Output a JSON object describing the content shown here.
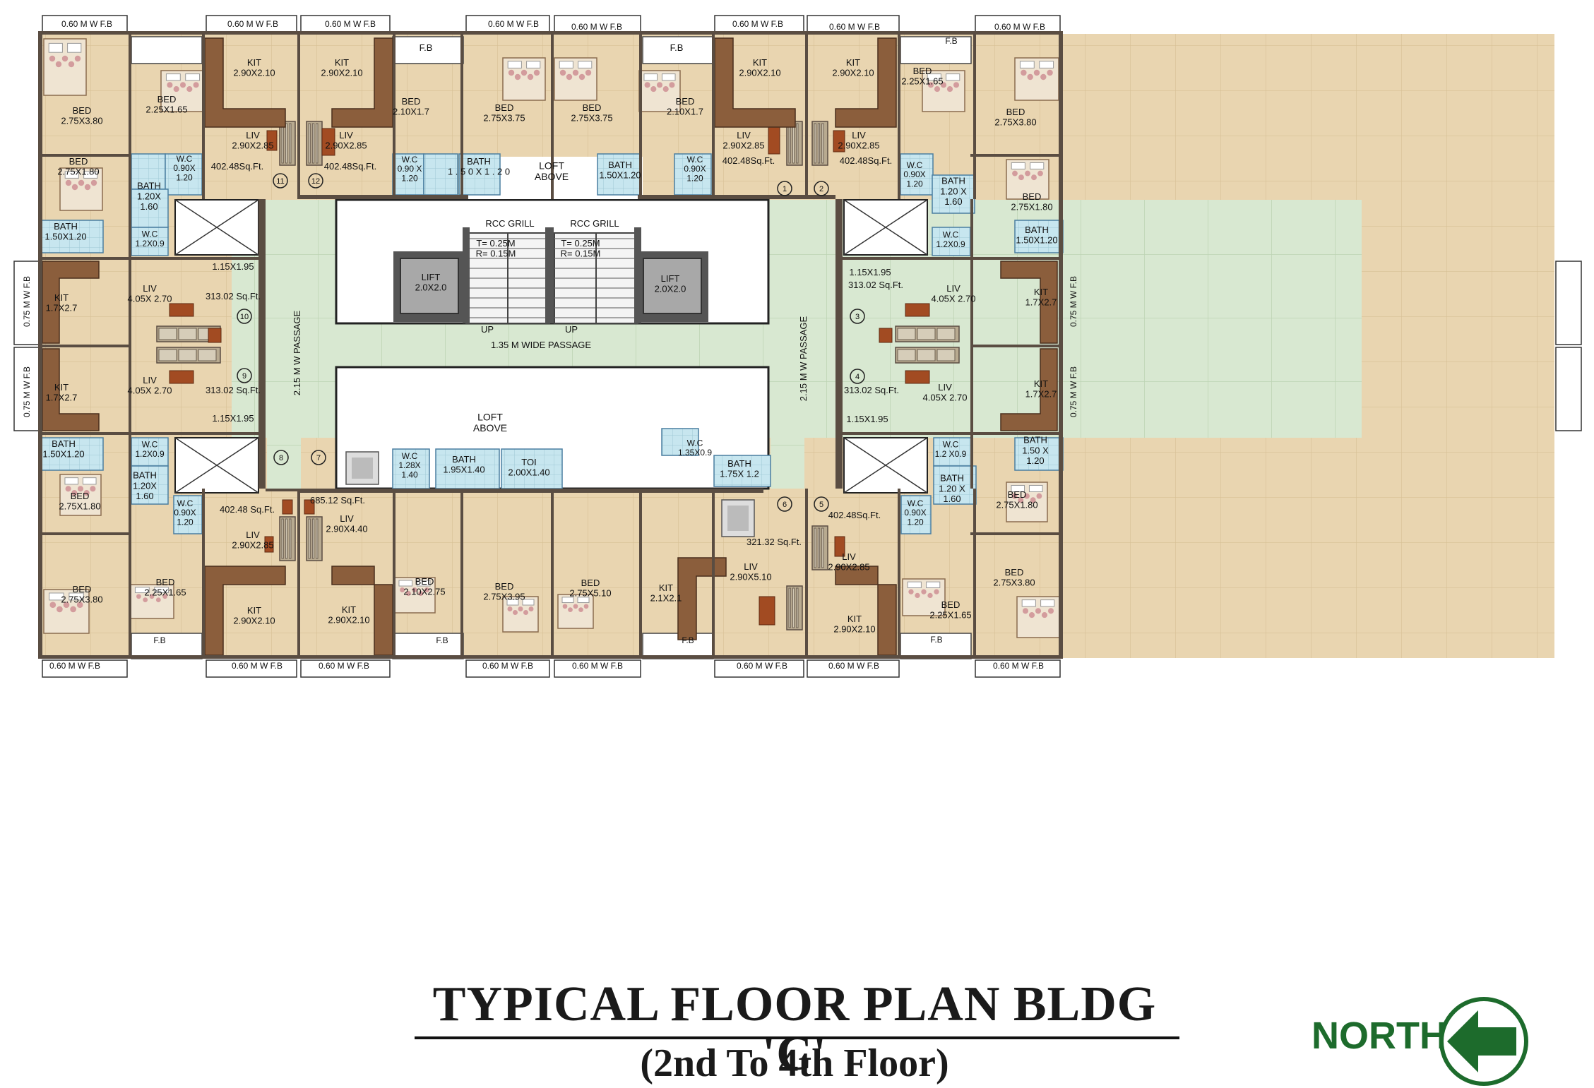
{
  "title": "TYPICAL FLOOR PLAN BLDG 'C'",
  "subtitle": "(2nd To 4th Floor)",
  "north_label": "NORTH",
  "icons": {
    "north": "north-arrow-icon"
  },
  "colors": {
    "room": "#e9d5b0",
    "bath": "#bfe0ea",
    "passage": "#d6e6cf",
    "wall": "#5a4d42",
    "north": "#1d6b2c"
  },
  "plan": {
    "rooms": [
      {
        "id": "u11-bed",
        "label": "BED\n2.75X3.80",
        "type": "room"
      },
      {
        "id": "u11-bed2",
        "label": "BED\n2.25X1.65",
        "type": "room"
      },
      {
        "id": "u11-kit",
        "label": "KIT\n2.90X2.10",
        "type": "room"
      },
      {
        "id": "u11-liv",
        "label": "LIV\n2.90X2.85",
        "type": "room"
      },
      {
        "id": "u11-area",
        "label": "402.48Sq.Ft.",
        "type": "text"
      },
      {
        "id": "u11-wc",
        "label": "W.C\n0.90X\n1.20",
        "type": "bath"
      },
      {
        "id": "u11-fb",
        "label": "",
        "type": "fb"
      },
      {
        "id": "u12-kit",
        "label": "KIT\n2.90X2.10",
        "type": "room"
      },
      {
        "id": "u12-liv",
        "label": "LIV\n2.90X2.85",
        "type": "room"
      },
      {
        "id": "u12-area",
        "label": "402.48Sq.Ft.",
        "type": "text"
      },
      {
        "id": "u12-bed",
        "label": "BED\n2.10X1.7",
        "type": "room"
      },
      {
        "id": "u12-fb",
        "label": "F.B",
        "type": "fb"
      },
      {
        "id": "u12-wc",
        "label": "W.C\n0.90 X\n1.20",
        "type": "bath"
      },
      {
        "id": "u12-bath",
        "label": "BATH\n1 . 5 0 X 1 . 2 0",
        "type": "bath"
      },
      {
        "id": "u12-bed2",
        "label": "BED\n2.75X3.75",
        "type": "room"
      },
      {
        "id": "u1-bed",
        "label": "BED\n2.75X3.75",
        "type": "room"
      },
      {
        "id": "u1-bath",
        "label": "BATH\n1.50X1.20",
        "type": "bath"
      },
      {
        "id": "u1-fb",
        "label": "F.B",
        "type": "fb"
      },
      {
        "id": "u1-bed2",
        "label": "BED\n2.10X1.7",
        "type": "room"
      },
      {
        "id": "u1-wc",
        "label": "W.C\n0.90X\n1.20",
        "type": "bath"
      },
      {
        "id": "u1-kit",
        "label": "KIT\n2.90X2.10",
        "type": "room"
      },
      {
        "id": "u1-liv",
        "label": "LIV\n2.90X2.85",
        "type": "room"
      },
      {
        "id": "u1-area",
        "label": "402.48Sq.Ft.",
        "type": "text"
      },
      {
        "id": "u2-kit",
        "label": "KIT\n2.90X2.10",
        "type": "room"
      },
      {
        "id": "u2-liv",
        "label": "LIV\n2.90X2.85",
        "type": "room"
      },
      {
        "id": "u2-area",
        "label": "402.48Sq.Ft.",
        "type": "text"
      },
      {
        "id": "u2-bed",
        "label": "BED\n2.25X1.65",
        "type": "room"
      },
      {
        "id": "u2-fb",
        "label": "F.B",
        "type": "fb"
      },
      {
        "id": "u2-wc",
        "label": "W.C\n0.90X\n1.20",
        "type": "bath"
      },
      {
        "id": "u2-bath",
        "label": "BATH\n1.20 X\n1.60",
        "type": "bath"
      },
      {
        "id": "u2-wc2",
        "label": "W.C\n1.2X0.9",
        "type": "bath"
      },
      {
        "id": "u2-bed2",
        "label": "BED\n2.75X3.80",
        "type": "room"
      },
      {
        "id": "u3-bed",
        "label": "BED\n2.75X1.80",
        "type": "room"
      },
      {
        "id": "u3-bath",
        "label": "BATH\n1.50X1.20",
        "type": "bath"
      },
      {
        "id": "u3-kit",
        "label": "KIT\n1.7X2.7",
        "type": "room"
      },
      {
        "id": "u3-liv",
        "label": "LIV\n4.05X 2.70",
        "type": "room"
      },
      {
        "id": "u3-area",
        "label": "313.02 Sq.Ft.",
        "type": "text"
      },
      {
        "id": "u3-dim",
        "label": "1.15X1.95",
        "type": "text"
      },
      {
        "id": "u4-kit",
        "label": "KIT\n1.7X2.7",
        "type": "room"
      },
      {
        "id": "u4-liv",
        "label": "LIV\n4.05X 2.70",
        "type": "room"
      },
      {
        "id": "u4-area",
        "label": "313.02 Sq.Ft.",
        "type": "text"
      },
      {
        "id": "u4-dim",
        "label": "1.15X1.95",
        "type": "text"
      },
      {
        "id": "u4-bath",
        "label": "BATH\n1.50 X\n1.20",
        "type": "bath"
      },
      {
        "id": "u4-wc",
        "label": "W.C\n1.2 X0.9",
        "type": "bath"
      },
      {
        "id": "u4-bed",
        "label": "BED\n2.75X1.80",
        "type": "room"
      },
      {
        "id": "u5-bath",
        "label": "BATH\n1.20 X\n1.60",
        "type": "bath"
      },
      {
        "id": "u5-wc",
        "label": "W.C\n0.90X\n1.20",
        "type": "bath"
      },
      {
        "id": "u5-area",
        "label": "402.48Sq.Ft.",
        "type": "text"
      },
      {
        "id": "u5-liv",
        "label": "LIV\n2.90X2.85",
        "type": "room"
      },
      {
        "id": "u5-kit",
        "label": "KIT\n2.90X2.10",
        "type": "room"
      },
      {
        "id": "u5-bed",
        "label": "BED\n2.25X1.65",
        "type": "room"
      },
      {
        "id": "u5-fb",
        "label": "F.B",
        "type": "fb"
      },
      {
        "id": "u5-bed2",
        "label": "BED\n2.75X3.80",
        "type": "room"
      },
      {
        "id": "u6-wc",
        "label": "W.C\n1.35X0.9",
        "type": "bath"
      },
      {
        "id": "u6-bath",
        "label": "BATH\n1.75X 1.2",
        "type": "bath"
      },
      {
        "id": "u6-area",
        "label": "321.32 Sq.Ft.",
        "type": "text"
      },
      {
        "id": "u6-liv",
        "label": "LIV\n2.90X5.10",
        "type": "room"
      },
      {
        "id": "u6-kit",
        "label": "KIT\n2.1X2.1",
        "type": "room"
      },
      {
        "id": "u6-fb",
        "label": "F.B",
        "type": "fb"
      },
      {
        "id": "u7-wc",
        "label": "W.C\n1.28X\n1.40",
        "type": "bath"
      },
      {
        "id": "u7-bath",
        "label": "BATH\n1.95X1.40",
        "type": "bath"
      },
      {
        "id": "u7-toi",
        "label": "TOI\n2.00X1.40",
        "type": "bath"
      },
      {
        "id": "u7-area",
        "label": "685.12 Sq.Ft.",
        "type": "text"
      },
      {
        "id": "u7-liv",
        "label": "LIV\n2.90X4.40",
        "type": "room"
      },
      {
        "id": "u7-kit",
        "label": "KIT\n2.90X2.10",
        "type": "room"
      },
      {
        "id": "u7-bed",
        "label": "BED\n2.10X2.75",
        "type": "room"
      },
      {
        "id": "u7-fb",
        "label": "F.B",
        "type": "fb"
      },
      {
        "id": "u7-bed2",
        "label": "BED\n2.75X3.95",
        "type": "room"
      },
      {
        "id": "u7-bed3",
        "label": "BED\n2.75X5.10",
        "type": "room"
      },
      {
        "id": "u8-area",
        "label": "402.48 Sq.Ft.",
        "type": "text"
      },
      {
        "id": "u8-liv",
        "label": "LIV\n2.90X2.85",
        "type": "room"
      },
      {
        "id": "u8-kit",
        "label": "KIT\n2.90X2.10",
        "type": "room"
      },
      {
        "id": "u8-bed",
        "label": "BED\n2.25X1.65",
        "type": "room"
      },
      {
        "id": "u8-fb",
        "label": "F.B",
        "type": "fb"
      },
      {
        "id": "u8-bed2",
        "label": "BED\n2.75X3.80",
        "type": "room"
      },
      {
        "id": "u8-wc",
        "label": "W.C\n0.90X\n1.20",
        "type": "bath"
      },
      {
        "id": "u8-bath",
        "label": "BATH\n1.20X\n1.60",
        "type": "bath"
      },
      {
        "id": "u8-wc2",
        "label": "W.C\n1.2X0.9",
        "type": "bath"
      },
      {
        "id": "u8-bath2",
        "label": "BATH\n1.50X1.20",
        "type": "bath"
      },
      {
        "id": "u8-bed3",
        "label": "BED\n2.75X1.80",
        "type": "room"
      },
      {
        "id": "u9-kit",
        "label": "KIT\n1.7X2.7",
        "type": "room"
      },
      {
        "id": "u9-liv",
        "label": "LIV\n4.05X 2.70",
        "type": "room"
      },
      {
        "id": "u9-area",
        "label": "313.02 Sq.Ft.",
        "type": "text"
      },
      {
        "id": "u9-dim",
        "label": "1.15X1.95",
        "type": "text"
      },
      {
        "id": "u10-kit",
        "label": "KIT\n1.7X2.7",
        "type": "room"
      },
      {
        "id": "u10-liv",
        "label": "LIV\n4.05X 2.70",
        "type": "room"
      },
      {
        "id": "u10-area",
        "label": "313.02 Sq.Ft.",
        "type": "text"
      },
      {
        "id": "u10-dim",
        "label": "1.15X1.95",
        "type": "text"
      },
      {
        "id": "u10-bath",
        "label": "BATH\n1.50X1.20",
        "type": "bath"
      },
      {
        "id": "u10-wc",
        "label": "W.C\n1.2X0.9",
        "type": "bath"
      },
      {
        "id": "u10-bath2",
        "label": "BATH\n1.20X\n1.60",
        "type": "bath"
      },
      {
        "id": "u10-bed",
        "label": "BED\n2.75X1.80",
        "type": "room"
      }
    ],
    "core": {
      "loft_top": "LOFT\nABOVE",
      "loft_bottom": "LOFT\nABOVE",
      "grill_left": "RCC GRILL",
      "grill_right": "RCC GRILL",
      "stair_left": "T= 0.25M\nR= 0.15M",
      "stair_right": "T= 0.25M\nR= 0.15M",
      "lift_left": "LIFT\n2.0X2.0",
      "lift_right": "LIFT\n2.0X2.0",
      "up_left": "UP",
      "up_right": "UP",
      "passage_h": "1.35   M      WIDE     PASSAGE",
      "passage_v_left": "2.15   M   W   PASSAGE",
      "passage_v_right": "2.15   M   W   PASSAGE"
    },
    "unit_numbers": [
      "11",
      "12",
      "1",
      "2",
      "10",
      "3",
      "9",
      "4",
      "8",
      "7",
      "6",
      "5"
    ],
    "balconies": [
      "0.60 M  W F.B",
      "0.60 M  W F.B",
      "0.60 M  W F.B",
      "0.60 M  W F.B",
      "0.60 M  W F.B",
      "0.60 M  W F.B",
      "0.60 M  W F.B",
      "0.60 M  W F.B",
      "0.60 M  W  F.B",
      "0.60 M  W  F.B",
      "0.60 M  W  F.B",
      "0.60 M  W  F.B",
      "0.60 M  W  F.B",
      "0.60 M  W  F.B",
      "0.60 M  W  F.B",
      "0.60 M  W  F.B",
      "0.75 M  W  F.B",
      "0.75 M  W  F.B",
      "0.75 M  W  F.B",
      "0.75 M  W  F.B"
    ]
  }
}
